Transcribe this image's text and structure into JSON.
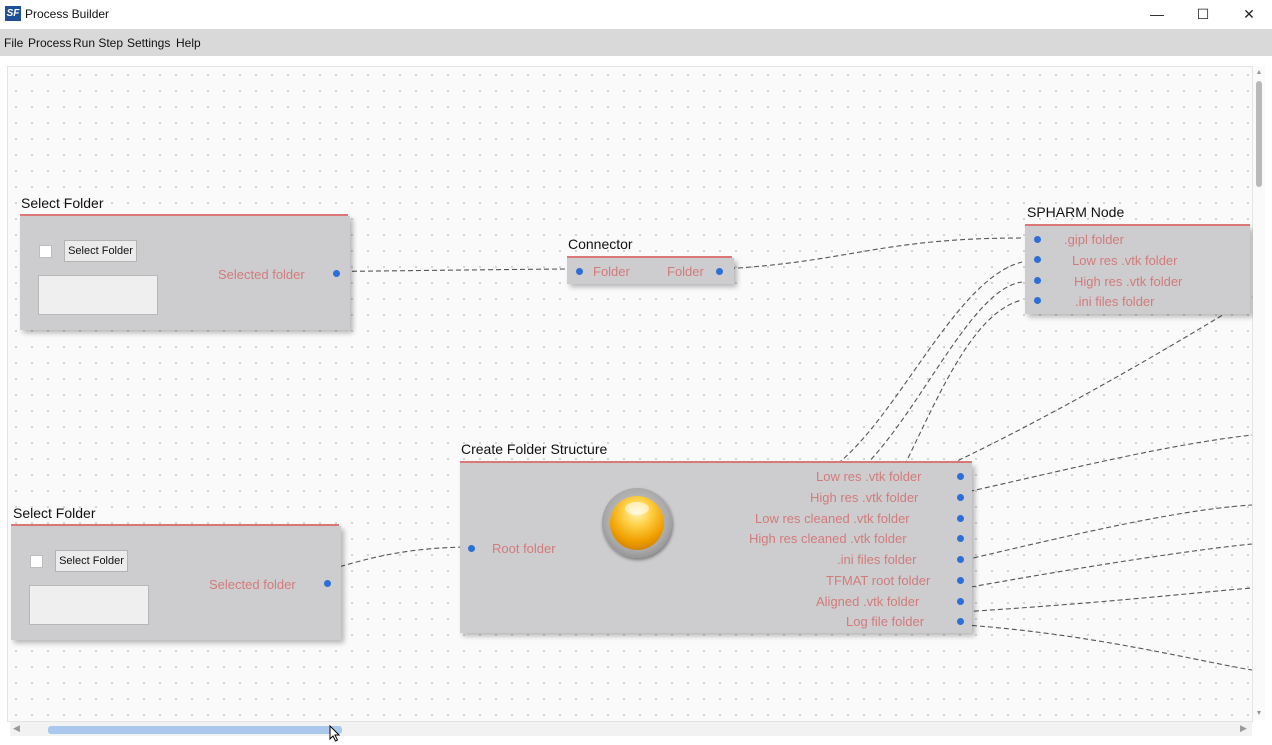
{
  "window": {
    "icon_text": "SF",
    "title": "Process Builder",
    "controls": {
      "minimize": "—",
      "maximize": "☐",
      "close": "✕"
    }
  },
  "menu": [
    "File",
    "Process",
    "Run Step",
    "Settings",
    "Help"
  ],
  "nodes": {
    "select_folder_1": {
      "title": "Select Folder",
      "button_label": "Select Folder",
      "output_label": "Selected folder"
    },
    "connector": {
      "title": "Connector",
      "input_label": "Folder",
      "output_label": "Folder"
    },
    "spharm": {
      "title": "SPHARM Node",
      "inputs": [
        ".gipl folder",
        "Low res .vtk folder",
        "High res .vtk folder",
        ".ini files folder"
      ]
    },
    "select_folder_2": {
      "title": "Select Folder",
      "button_label": "Select Folder",
      "output_label": "Selected folder"
    },
    "create_folder_structure": {
      "title": "Create Folder Structure",
      "input_label": "Root folder",
      "outputs": [
        "Low res .vtk folder",
        "High res .vtk folder",
        "Low res cleaned .vtk folder",
        "High res cleaned .vtk folder",
        ".ini files folder",
        "TFMAT root folder",
        "Aligned .vtk folder",
        "Log file folder"
      ]
    }
  },
  "colors": {
    "port_dot": "#2c6fd6",
    "port_label": "#d27b7b",
    "node_header_line": "#e07a7a",
    "node_body": "#cdcdcf",
    "menubar": "#d9d9d9",
    "scroll_thumb": "#a9c8ec"
  },
  "icons": [
    "app-logo-icon",
    "minimize-icon",
    "maximize-icon",
    "close-icon",
    "status-bulb-icon",
    "pointer-cursor-icon"
  ]
}
